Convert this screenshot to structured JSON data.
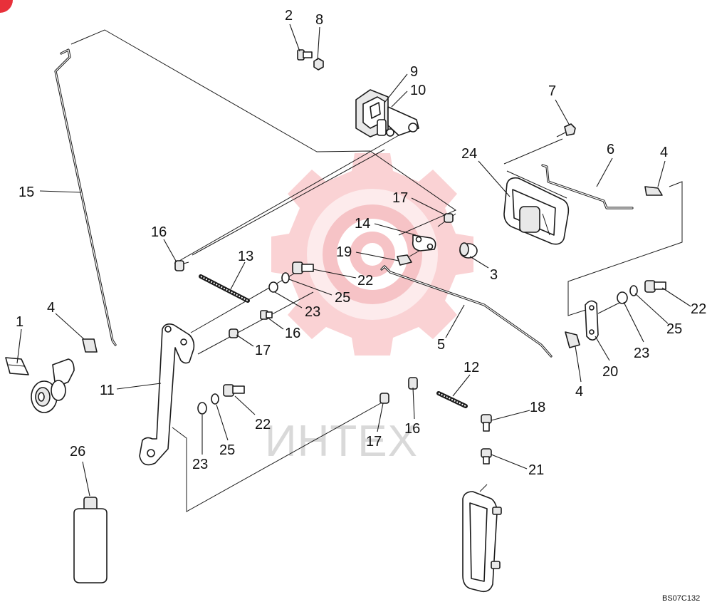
{
  "diagram": {
    "watermark_text": "ИНТЕХ",
    "drawing_code": "BS07C132",
    "brand_color": "#e8303a",
    "callouts": [
      {
        "id": "c2",
        "text": "2"
      },
      {
        "id": "c8",
        "text": "8"
      },
      {
        "id": "c9",
        "text": "9"
      },
      {
        "id": "c10",
        "text": "10"
      },
      {
        "id": "c7",
        "text": "7"
      },
      {
        "id": "c24",
        "text": "24"
      },
      {
        "id": "c6",
        "text": "6"
      },
      {
        "id": "c4a",
        "text": "4"
      },
      {
        "id": "c15",
        "text": "15"
      },
      {
        "id": "c17a",
        "text": "17"
      },
      {
        "id": "c14",
        "text": "14"
      },
      {
        "id": "c16a",
        "text": "16"
      },
      {
        "id": "c19",
        "text": "19"
      },
      {
        "id": "c3",
        "text": "3"
      },
      {
        "id": "c13",
        "text": "13"
      },
      {
        "id": "c22a",
        "text": "22"
      },
      {
        "id": "c25a",
        "text": "25"
      },
      {
        "id": "c23a",
        "text": "23"
      },
      {
        "id": "c16b",
        "text": "16"
      },
      {
        "id": "c17b",
        "text": "17"
      },
      {
        "id": "c1",
        "text": "1"
      },
      {
        "id": "c4b",
        "text": "4"
      },
      {
        "id": "c5",
        "text": "5"
      },
      {
        "id": "c22b",
        "text": "22"
      },
      {
        "id": "c25b",
        "text": "25"
      },
      {
        "id": "c23b",
        "text": "23"
      },
      {
        "id": "c20",
        "text": "20"
      },
      {
        "id": "c4c",
        "text": "4"
      },
      {
        "id": "c11",
        "text": "11"
      },
      {
        "id": "c12",
        "text": "12"
      },
      {
        "id": "c22c",
        "text": "22"
      },
      {
        "id": "c18",
        "text": "18"
      },
      {
        "id": "c16c",
        "text": "16"
      },
      {
        "id": "c23c",
        "text": "23"
      },
      {
        "id": "c25c",
        "text": "25"
      },
      {
        "id": "c17c",
        "text": "17"
      },
      {
        "id": "c26",
        "text": "26"
      },
      {
        "id": "c21",
        "text": "21"
      }
    ]
  }
}
